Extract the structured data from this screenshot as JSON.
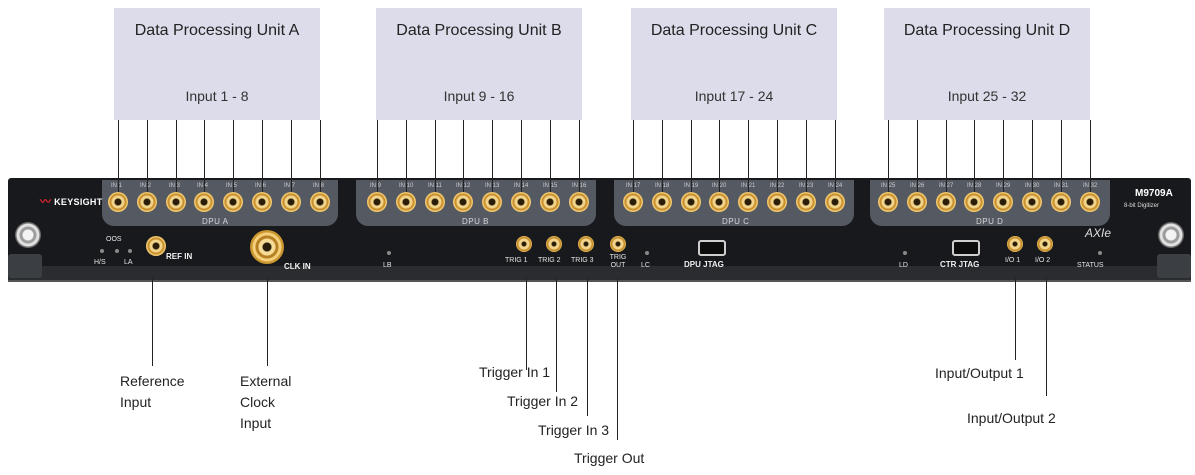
{
  "dpu_units": [
    {
      "title": "Data Processing Unit A",
      "inputs": "Input 1 - 8",
      "panel_label": "DPU A",
      "channels": [
        "IN 1",
        "IN 2",
        "IN 3",
        "IN 4",
        "IN 5",
        "IN 6",
        "IN 7",
        "IN 8"
      ]
    },
    {
      "title": "Data Processing Unit B",
      "inputs": "Input 9 - 16",
      "panel_label": "DPU B",
      "channels": [
        "IN 9",
        "IN 10",
        "IN 11",
        "IN 12",
        "IN 13",
        "IN 14",
        "IN 15",
        "IN 16"
      ]
    },
    {
      "title": "Data Processing Unit C",
      "inputs": "Input 17 - 24",
      "panel_label": "DPU C",
      "channels": [
        "IN 17",
        "IN 18",
        "IN 19",
        "IN 20",
        "IN 21",
        "IN 22",
        "IN 23",
        "IN 24"
      ]
    },
    {
      "title": "Data Processing Unit D",
      "inputs": "Input 25 - 32",
      "panel_label": "DPU D",
      "channels": [
        "IN 25",
        "IN 26",
        "IN 27",
        "IN 28",
        "IN 29",
        "IN 30",
        "IN 31",
        "IN 32"
      ]
    }
  ],
  "panel": {
    "brand": "KEYSIGHT",
    "model": "M9709A",
    "subtitle": "8-bit Digitizer",
    "axie_logo": "AXIe",
    "labels": {
      "ref_in": "REF IN",
      "clk_in": "CLK IN",
      "oos": "OOS",
      "hs": "H/S",
      "la": "LA",
      "lb": "LB",
      "trig1": "TRIG 1",
      "trig2": "TRIG 2",
      "trig3": "TRIG 3",
      "trig_out": "TRIG OUT",
      "lc": "LC",
      "dpu_jtag": "DPU JTAG",
      "ld": "LD",
      "ctr_jtag": "CTR JTAG",
      "io1": "I/O 1",
      "io2": "I/O 2",
      "status": "STATUS"
    }
  },
  "callouts": {
    "reference_input": [
      "Reference",
      "Input"
    ],
    "external_clock_input": [
      "External",
      "Clock",
      "Input"
    ],
    "trigger_in_1": "Trigger In 1",
    "trigger_in_2": "Trigger In 2",
    "trigger_in_3": "Trigger In 3",
    "trigger_out": "Trigger Out",
    "io_1": "Input/Output 1",
    "io_2": "Input/Output 2"
  },
  "colors": {
    "dpu_box": "#dcdceb",
    "panel": "#17191c",
    "connector_gold": "#d9a441",
    "dpu_tab": "#545962"
  }
}
